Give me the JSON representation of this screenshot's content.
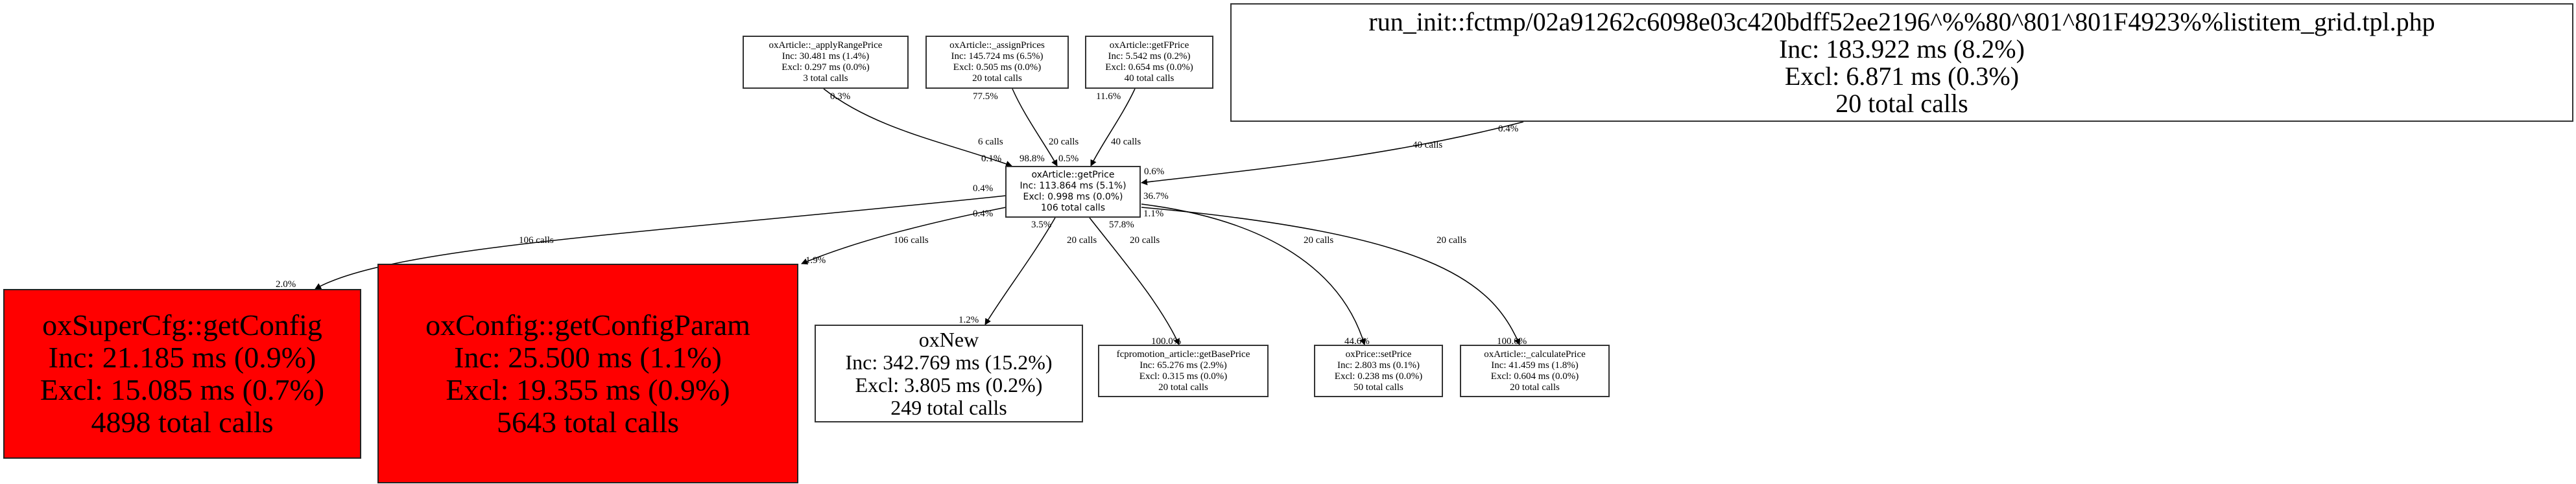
{
  "nodes": {
    "applyRangePrice": {
      "name": "oxArticle::_applyRangePrice",
      "inc": "Inc: 30.481 ms (1.4%)",
      "excl": "Excl: 0.297 ms (0.0%)",
      "calls": "3 total calls"
    },
    "assignPrices": {
      "name": "oxArticle::_assignPrices",
      "inc": "Inc: 145.724 ms (6.5%)",
      "excl": "Excl: 0.505 ms (0.0%)",
      "calls": "20 total calls"
    },
    "getFPrice": {
      "name": "oxArticle::getFPrice",
      "inc": "Inc: 5.542 ms (0.2%)",
      "excl": "Excl: 0.654 ms (0.0%)",
      "calls": "40 total calls"
    },
    "runInit": {
      "name": "run_init::fctmp/02a91262c6098e03c420bdff52ee2196^%%80^801^801F4923%%listitem_grid.tpl.php",
      "inc": "Inc: 183.922 ms (8.2%)",
      "excl": "Excl: 6.871 ms (0.3%)",
      "calls": "20 total calls"
    },
    "getPrice": {
      "name": "oxArticle::getPrice",
      "inc": "Inc: 113.864 ms (5.1%)",
      "excl": "Excl: 0.998 ms (0.0%)",
      "calls": "106 total calls"
    },
    "getConfig": {
      "name": "oxSuperCfg::getConfig",
      "inc": "Inc: 21.185 ms (0.9%)",
      "excl": "Excl: 15.085 ms (0.7%)",
      "calls": "4898 total calls"
    },
    "getConfigParam": {
      "name": "oxConfig::getConfigParam",
      "inc": "Inc: 25.500 ms (1.1%)",
      "excl": "Excl: 19.355 ms (0.9%)",
      "calls": "5643 total calls"
    },
    "oxNew": {
      "name": "oxNew",
      "inc": "Inc: 342.769 ms (15.2%)",
      "excl": "Excl: 3.805 ms (0.2%)",
      "calls": "249 total calls"
    },
    "getBasePrice": {
      "name": "fcpromotion_article::getBasePrice",
      "inc": "Inc: 65.276 ms (2.9%)",
      "excl": "Excl: 0.315 ms (0.0%)",
      "calls": "20 total calls"
    },
    "setPrice": {
      "name": "oxPrice::setPrice",
      "inc": "Inc: 2.803 ms (0.1%)",
      "excl": "Excl: 0.238 ms (0.0%)",
      "calls": "50 total calls"
    },
    "calculatePrice": {
      "name": "oxArticle::_calculatePrice",
      "inc": "Inc: 41.459 ms (1.8%)",
      "excl": "Excl: 0.604 ms (0.0%)",
      "calls": "20 total calls"
    }
  },
  "hot_color": "#ff0000",
  "edges": [
    {
      "from": "applyRangePrice",
      "to": "getPrice",
      "calls": "6 calls",
      "tail": "0.3%",
      "head": "0.1%"
    },
    {
      "from": "assignPrices",
      "to": "getPrice",
      "calls": "20 calls",
      "tail": "77.5%",
      "head": "98.8%"
    },
    {
      "from": "getFPrice",
      "to": "getPrice",
      "calls": "40 calls",
      "tail": "11.6%",
      "head": "0.5%"
    },
    {
      "from": "runInit",
      "to": "getPrice",
      "calls": "40 calls",
      "tail": "0.4%",
      "head": "0.6%"
    },
    {
      "from": "getPrice",
      "to": "getConfig",
      "calls": "106 calls",
      "tail": "0.4%",
      "head": "2.0%"
    },
    {
      "from": "getPrice",
      "to": "getConfigParam",
      "calls": "106 calls",
      "tail": "0.4%",
      "head": "1.9%"
    },
    {
      "from": "getPrice",
      "to": "oxNew",
      "calls": "20 calls",
      "tail": "3.5%",
      "head": "1.2%"
    },
    {
      "from": "getPrice",
      "to": "getBasePrice",
      "calls": "20 calls",
      "tail": "57.8%",
      "head": "100.0%"
    },
    {
      "from": "getPrice",
      "to": "setPrice",
      "calls": "20 calls",
      "tail": "36.7%",
      "head": "44.6%"
    },
    {
      "from": "getPrice",
      "to": "calculatePrice",
      "calls": "20 calls",
      "tail": "1.1%",
      "head": "100.0%"
    }
  ]
}
